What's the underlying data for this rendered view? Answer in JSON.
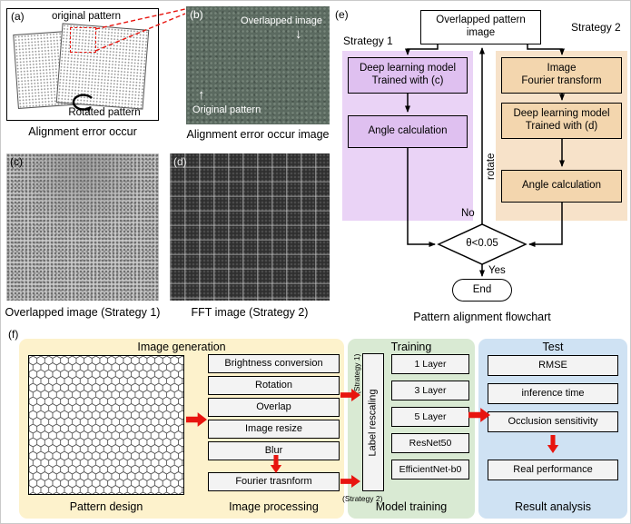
{
  "colors": {
    "strategy1_panel": "#ead3f6",
    "strategy1_box": "#dfc0f0",
    "strategy2_panel": "#f7e2c9",
    "strategy2_box": "#f3d6ae",
    "image_generation_bg": "#fdf2cc",
    "training_bg": "#d9ead3",
    "test_bg": "#cfe2f3",
    "arrow_red": "#e8150f",
    "fft_bg": "#2f2f2f",
    "overlap_photo_bg": "#5b6a60"
  },
  "panel_a": {
    "tag": "(a)",
    "original_pattern_label": "original pattern",
    "rotated_pattern_label": "Rotated pattern",
    "caption": "Alignment error occur"
  },
  "panel_b": {
    "tag": "(b)",
    "overlapped_label": "Overlapped image",
    "original_label": "Original pattern",
    "down_arrow_icon": "↓",
    "up_arrow_icon": "↑",
    "caption": "Alignment error occur image"
  },
  "panel_c": {
    "tag": "(c)",
    "caption": "Overlapped image (Strategy 1)"
  },
  "panel_d": {
    "tag": "(d)",
    "caption": "FFT image (Strategy 2)"
  },
  "flowchart": {
    "tag": "(e)",
    "strategy1_label": "Strategy 1",
    "strategy2_label": "Strategy 2",
    "top_box_line1": "Overlapped pattern",
    "top_box_line2": "image",
    "s1_box1_line1": "Deep learning model",
    "s1_box1_line2": "Trained with (c)",
    "s1_box2": "Angle calculation",
    "s2_box1_line1": "Image",
    "s2_box1_line2": "Fourier transform",
    "s2_box2_line1": "Deep learning model",
    "s2_box2_line2": "Trained with (d)",
    "s2_box3": "Angle calculation",
    "rotate_label": "rotate",
    "no_label": "No",
    "decision": "θ<0.05",
    "yes_label": "Yes",
    "end_label": "End",
    "caption": "Pattern alignment flowchart"
  },
  "pipeline": {
    "tag": "(f)",
    "stage_titles": {
      "image_generation": "Image generation",
      "training": "Training",
      "test": "Test"
    },
    "pattern_design_label": "Pattern design",
    "image_processing_label": "Image processing",
    "model_training_label": "Model training",
    "result_analysis_label": "Result analysis",
    "processing_steps": [
      "Brightness conversion",
      "Rotation",
      "Overlap",
      "Image resize",
      "Blur"
    ],
    "fourier_step": "Fourier trasnform",
    "label_rescaling": "Label rescaling",
    "strategy1_note": "(Strategy 1)",
    "strategy2_note": "(Strategy 2)",
    "models": [
      "1 Layer",
      "3 Layer",
      "5 Layer",
      "ResNet50",
      "EfficientNet-b0"
    ],
    "tests": [
      "RMSE",
      "inference time",
      "Occlusion sensitivity"
    ],
    "real_performance": "Real performance"
  }
}
